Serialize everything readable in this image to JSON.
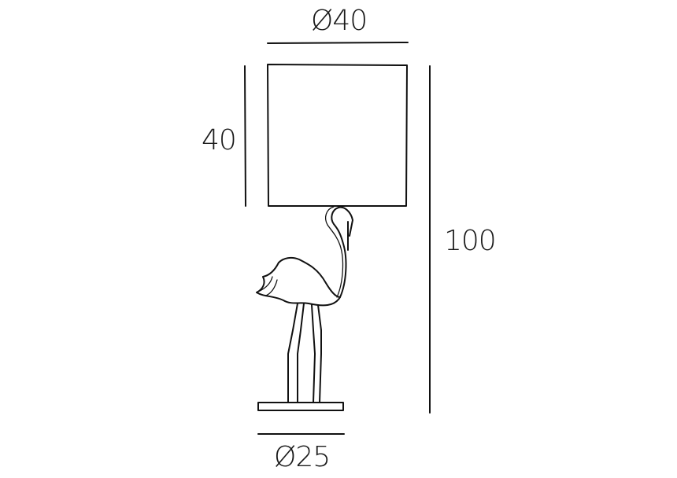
{
  "dimensions": {
    "shade_diameter": "Ø40",
    "shade_height": "40",
    "total_height": "100",
    "base_diameter": "Ø25"
  }
}
